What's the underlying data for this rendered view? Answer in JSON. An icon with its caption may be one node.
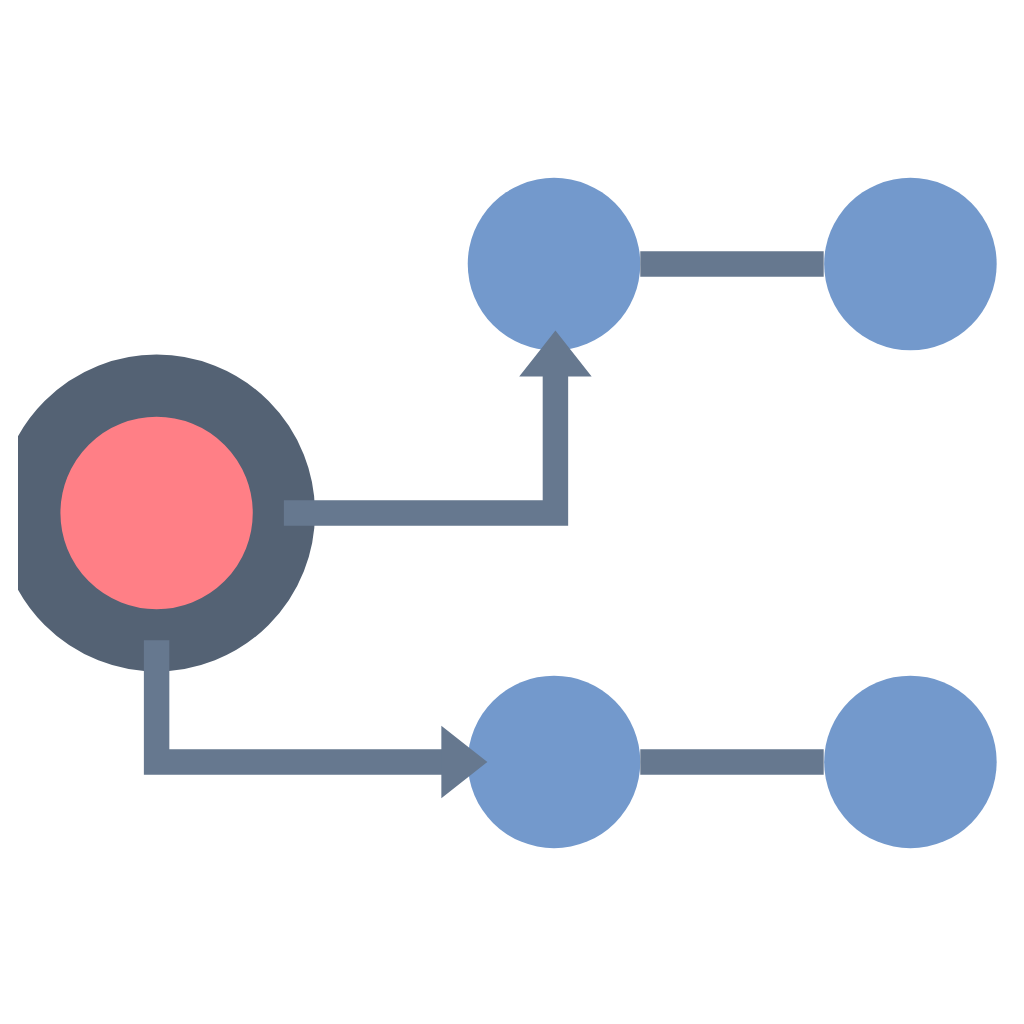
{
  "diagram": {
    "nodes": [
      {
        "text": [],
        "shape": "circle"
      },
      {
        "text": [],
        "shape": "circle"
      },
      {
        "text": [],
        "shape": "circle"
      },
      {
        "text": [],
        "shape": "circle"
      },
      {
        "text": [],
        "shape": "circle"
      }
    ],
    "edges": [
      {
        "from": 0,
        "to": 1,
        "arrow": "to"
      },
      {
        "from": 1,
        "to": 2,
        "arrow": "none"
      },
      {
        "from": 0,
        "to": 3,
        "arrow": "to"
      },
      {
        "from": 3,
        "to": 4,
        "arrow": "none"
      }
    ]
  }
}
